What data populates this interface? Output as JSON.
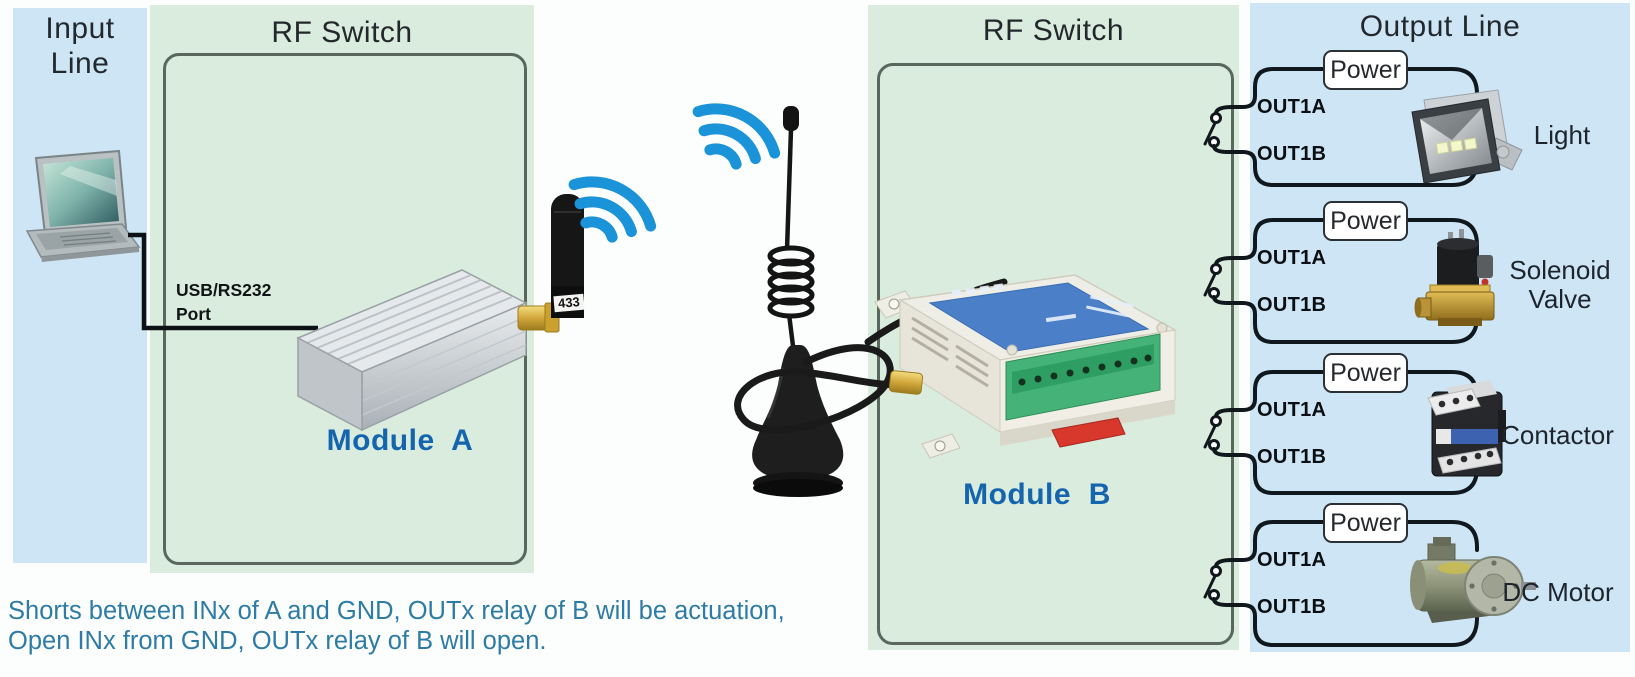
{
  "panels": {
    "input": {
      "title": "Input\nLine"
    },
    "rf_switch_a": {
      "title": "RF Switch",
      "module_label": "Module  A",
      "port_label": "USB/RS232\nPort",
      "antenna_label": "433"
    },
    "rf_switch_b": {
      "title": "RF Switch",
      "module_label": "Module  B"
    },
    "output": {
      "title": "Output Line"
    }
  },
  "output_circuits": [
    {
      "power_label": "Power",
      "out_a_label": "OUT1A",
      "out_b_label": "OUT1B",
      "device_name": "Light",
      "device_icon": "flood-light-icon"
    },
    {
      "power_label": "Power",
      "out_a_label": "OUT1A",
      "out_b_label": "OUT1B",
      "device_name": "Solenoid\nValve",
      "device_icon": "solenoid-valve-icon"
    },
    {
      "power_label": "Power",
      "out_a_label": "OUT1A",
      "out_b_label": "OUT1B",
      "device_name": "Contactor",
      "device_icon": "contactor-icon"
    },
    {
      "power_label": "Power",
      "out_a_label": "OUT1A",
      "out_b_label": "OUT1B",
      "device_name": "DC Motor",
      "device_icon": "dc-motor-icon"
    }
  ],
  "note": {
    "line1": "Shorts between INx of A and GND, OUTx relay of B will be actuation,",
    "line2": "Open INx from GND, OUTx relay of B will open."
  },
  "icons": {
    "laptop": "laptop-icon",
    "wifi_a": "wifi-signal-icon",
    "wifi_b": "wifi-signal-icon",
    "module_a": "rf-module-a-illustration",
    "whip_antenna": "whip-antenna-illustration",
    "module_b": "relay-module-b-illustration"
  },
  "colors": {
    "panel_blue": "#cde5f5",
    "panel_green": "#d9ecdd",
    "frame_border": "#5a675c",
    "wire_black": "#10181d",
    "module_label_blue": "#1464ae",
    "note_blue": "#2e7ca6",
    "wifi_blue": "#1b93d8"
  }
}
